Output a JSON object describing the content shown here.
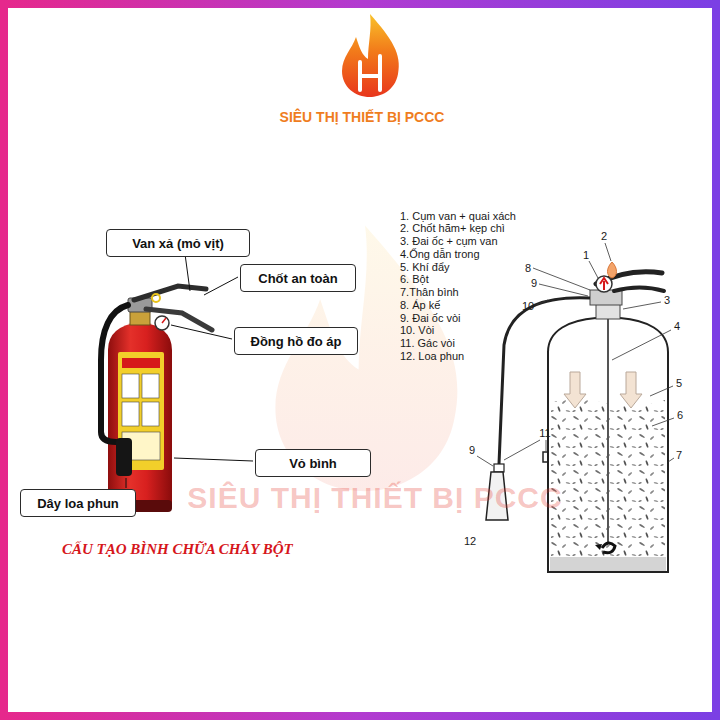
{
  "diagram": {
    "caption": "CẤU TẠO BÌNH CHỮA CHÁY BỘT",
    "nodes": [
      {
        "text": [
          "Van xả (mỏ vịt)"
        ]
      },
      {
        "text": [
          "Chốt an toàn"
        ]
      },
      {
        "text": [
          "Đồng hồ đo áp"
        ]
      },
      {
        "text": [
          "Vỏ bình"
        ]
      },
      {
        "text": [
          "Dây loa phun"
        ]
      }
    ],
    "labels": [
      "SIÊU THỊ THIẾT BỊ PCCC",
      "SIÊU THỊ THIẾT BỊ PCCC",
      "1. Cụm van + quai xách",
      "2. Chốt hãm+ kẹp chì",
      "3. Đai ốc + cụm van",
      "4.Ống dẫn trong",
      "5. Khí đẩy",
      "6. Bột",
      "7.Thân bình",
      "8. Áp kế",
      "9. Đai ốc vòi",
      "10. Vòi",
      "11. Gác vòi",
      "12. Loa phun",
      "2",
      "1",
      "8",
      "9",
      "3",
      "10",
      "4",
      "5",
      "6",
      "7",
      "9",
      "11",
      "12"
    ]
  }
}
